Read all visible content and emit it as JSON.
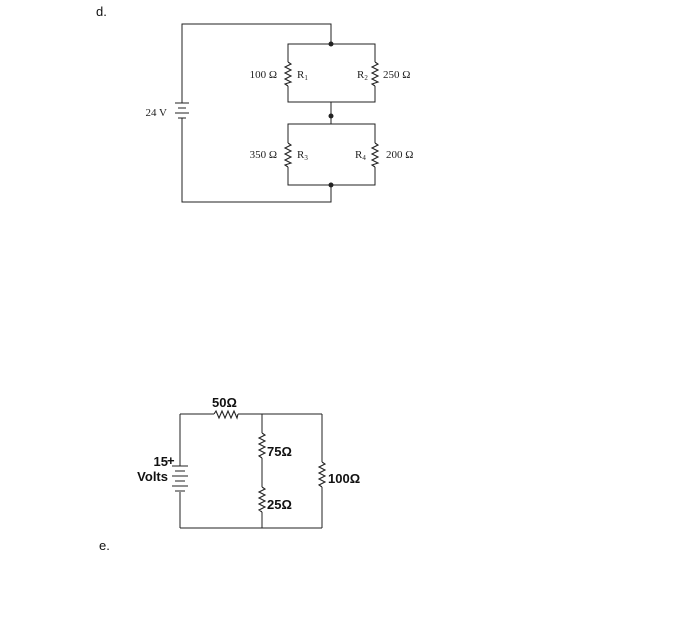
{
  "problem_d": {
    "label": "d.",
    "source": "24 V",
    "resistors": [
      {
        "value": "100 Ω",
        "name": "R",
        "sub": "1"
      },
      {
        "value": "250 Ω",
        "name": "R",
        "sub": "2"
      },
      {
        "value": "350 Ω",
        "name": "R",
        "sub": "3"
      },
      {
        "value": "200 Ω",
        "name": "R",
        "sub": "4"
      }
    ]
  },
  "problem_e": {
    "label": "e.",
    "source_value": "15",
    "source_unit": "Volts",
    "plus": "+",
    "resistors": [
      "50Ω",
      "75Ω",
      "25Ω",
      "100Ω"
    ]
  }
}
